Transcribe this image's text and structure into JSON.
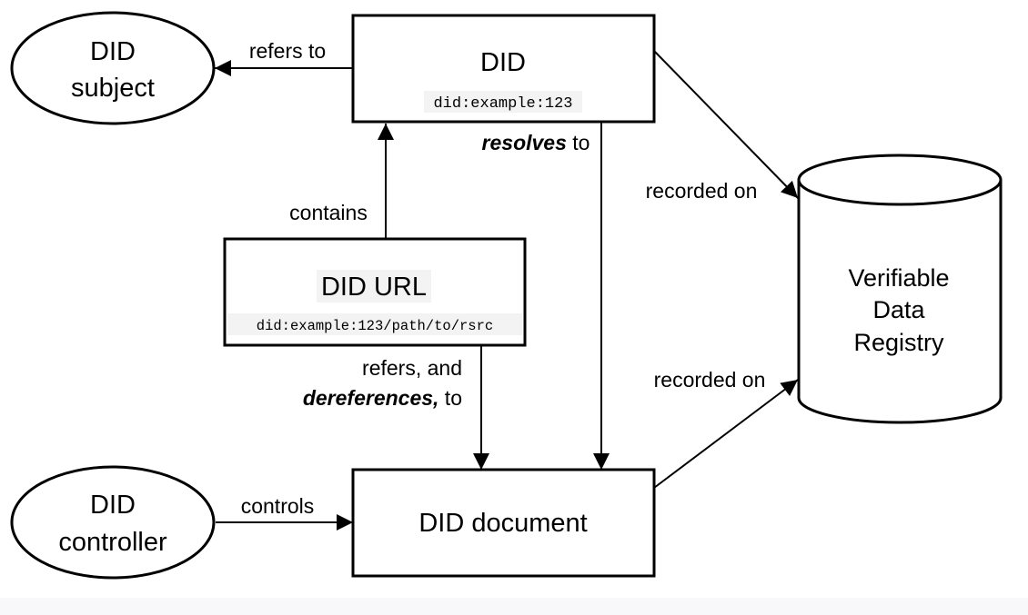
{
  "nodes": {
    "did_subject": {
      "line1": "DID",
      "line2": "subject"
    },
    "did": {
      "title": "DID",
      "code": "did:example:123"
    },
    "did_url": {
      "title": "DID URL",
      "code": "did:example:123/path/to/rsrc"
    },
    "did_controller": {
      "line1": "DID",
      "line2": "controller"
    },
    "did_document": {
      "title": "DID document"
    },
    "registry": {
      "line1": "Verifiable",
      "line2": "Data",
      "line3": "Registry"
    }
  },
  "edges": {
    "refers_to": "refers to",
    "contains": "contains",
    "resolves_bold": "resolves",
    "resolves_rest": " to",
    "recorded_on_top": "recorded on",
    "recorded_on_bottom": "recorded on",
    "refers_and": "refers, and",
    "dereferences_bold": "dereferences,",
    "dereferences_rest": " to",
    "controls": "controls"
  }
}
